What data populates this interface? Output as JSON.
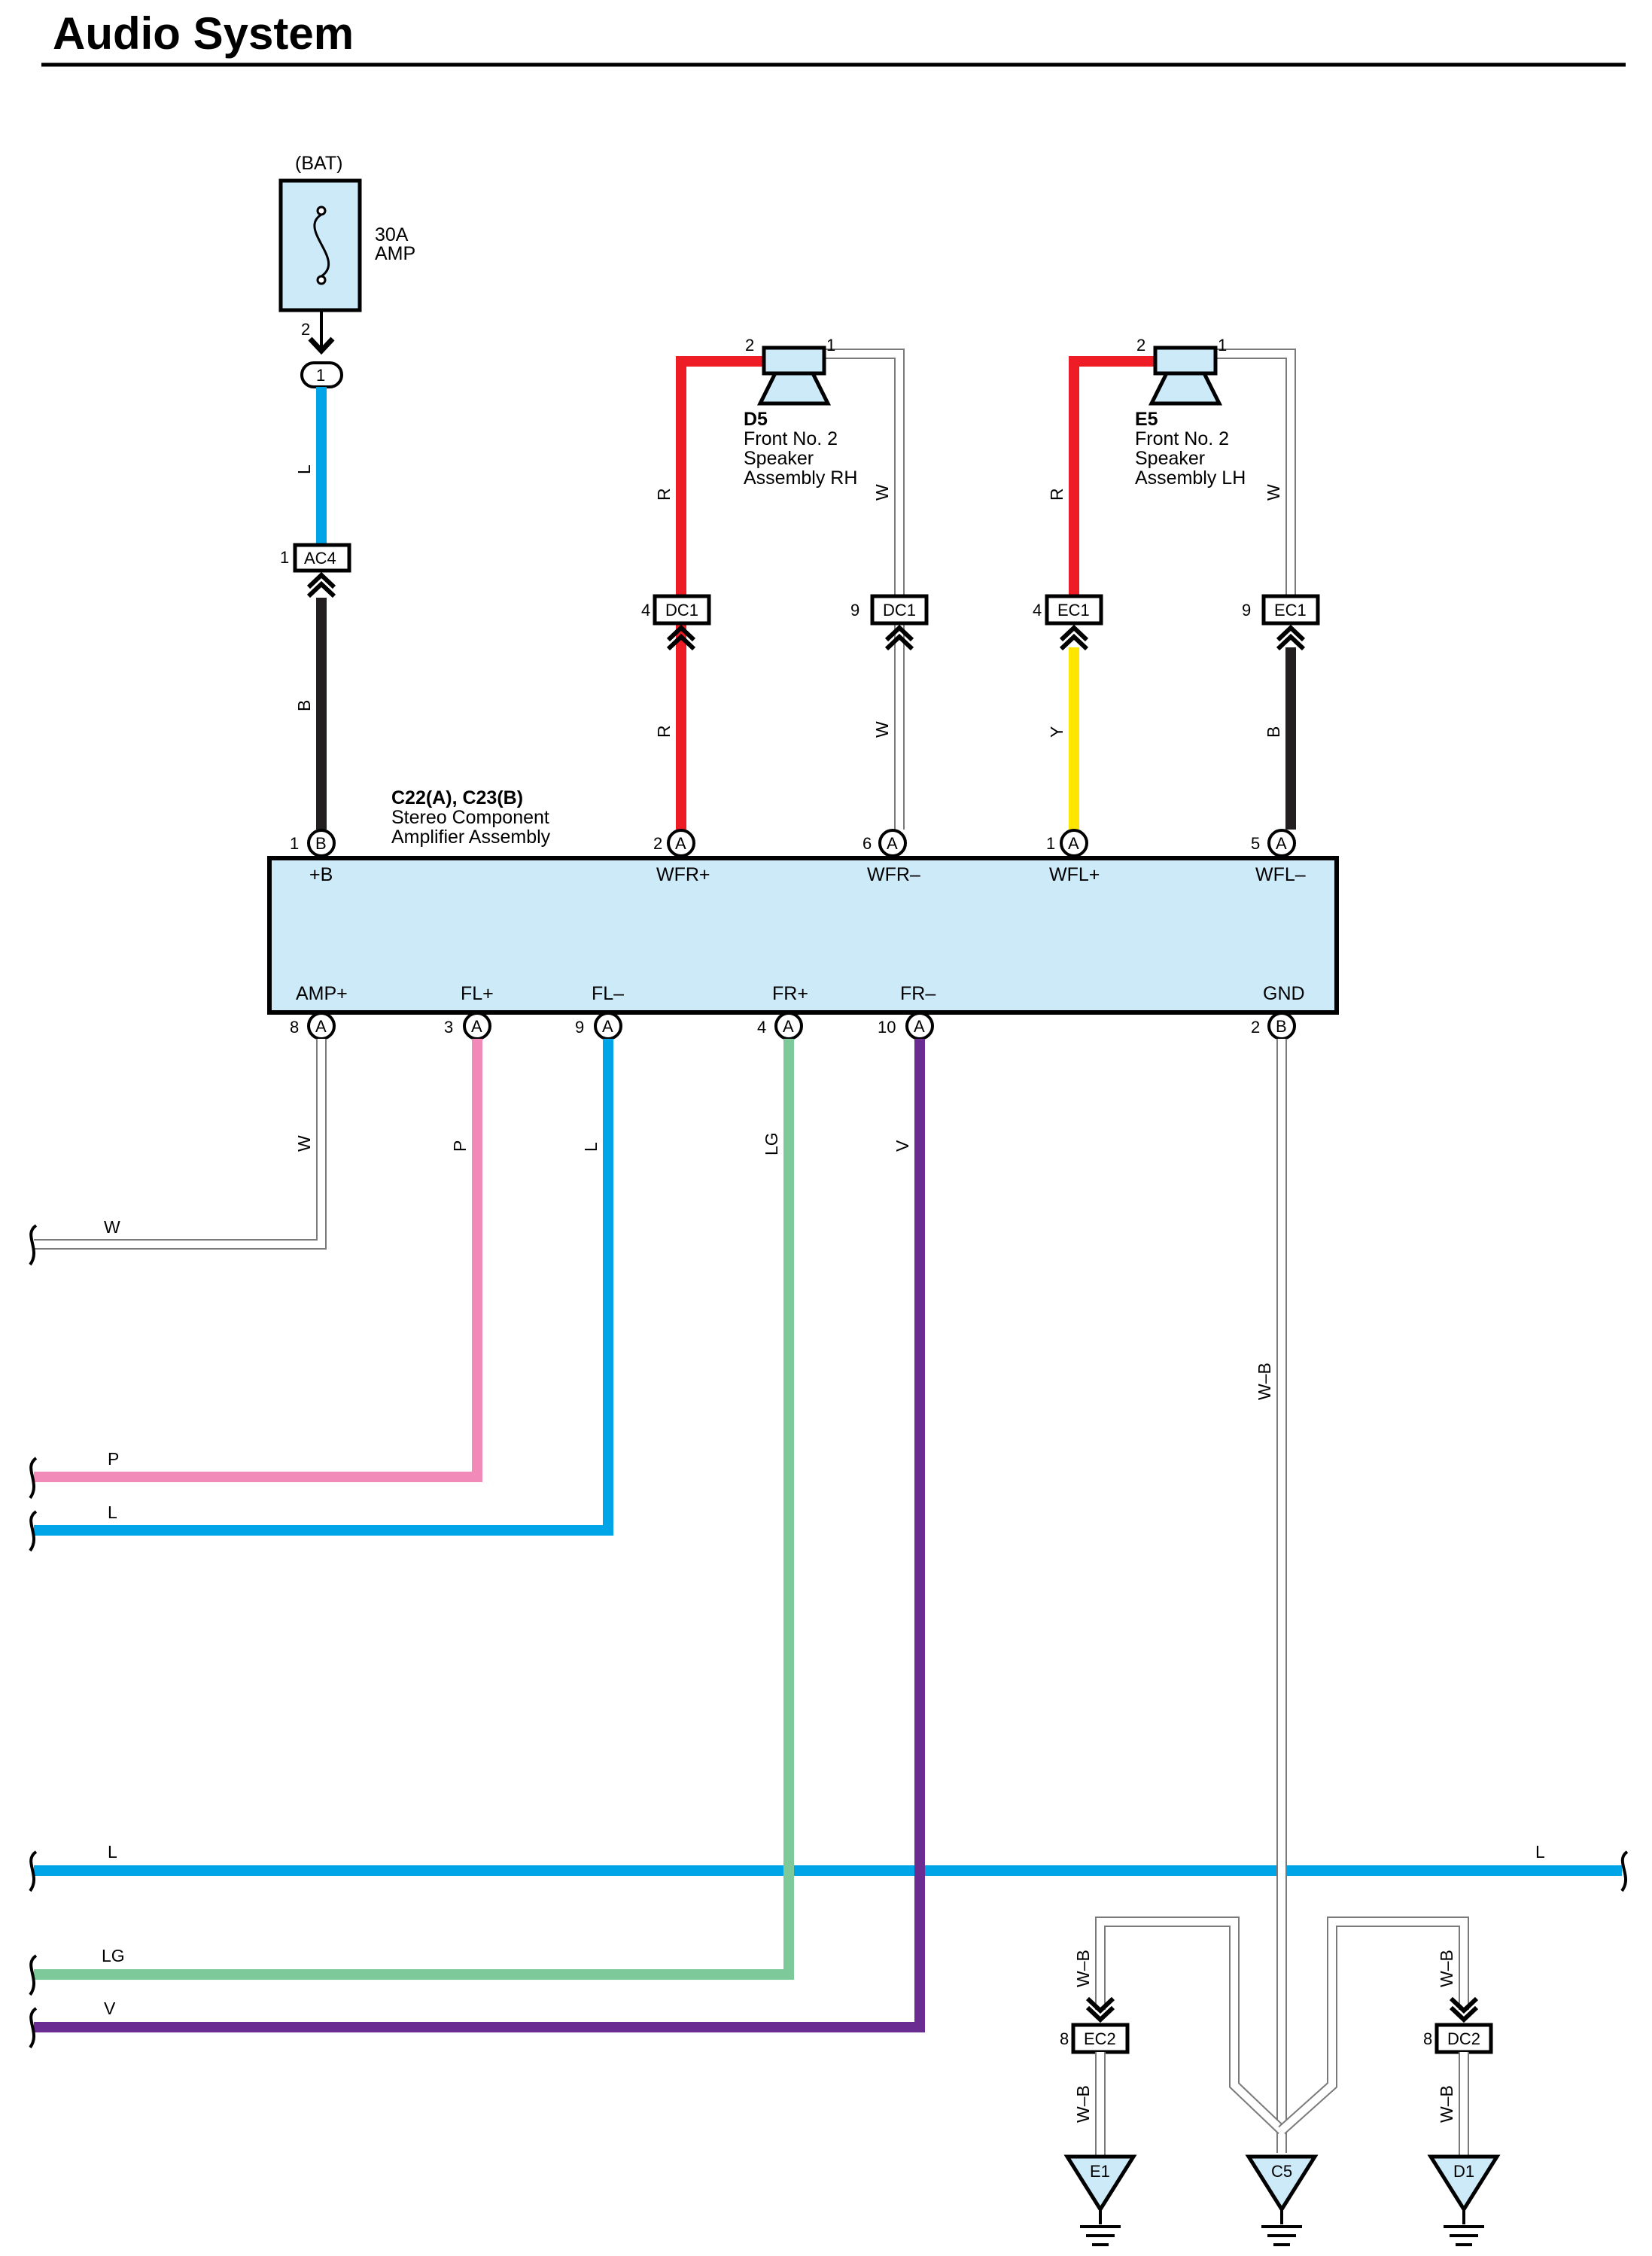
{
  "title": "Audio System",
  "colors": {
    "B": "#231f20",
    "L": "#00a5e8",
    "R": "#ee1c25",
    "W": "#ffffff",
    "Y": "#ffe600",
    "P": "#f28ab9",
    "LG": "#7ec99a",
    "V": "#6a2c91",
    "WB": "#ffffff",
    "component_fill": "#cdeaf9"
  },
  "fuse": {
    "source": "(BAT)",
    "rating": "30A",
    "name": "AMP",
    "pin": "2",
    "junction": "1"
  },
  "amplifier": {
    "ids": "C22(A), C23(B)",
    "name_line1": "Stereo Component",
    "name_line2": "Amplifier Assembly",
    "top_pins": [
      {
        "terminal": "+B",
        "pin": "1",
        "conn": "B",
        "wire": "B"
      },
      {
        "terminal": "WFR+",
        "pin": "2",
        "conn": "A",
        "wire": "R"
      },
      {
        "terminal": "WFR–",
        "pin": "6",
        "conn": "A",
        "wire": "W"
      },
      {
        "terminal": "WFL+",
        "pin": "1",
        "conn": "A",
        "wire": "Y"
      },
      {
        "terminal": "WFL–",
        "pin": "5",
        "conn": "A",
        "wire": "B"
      }
    ],
    "bottom_pins": [
      {
        "terminal": "AMP+",
        "pin": "8",
        "conn": "A",
        "wire": "W"
      },
      {
        "terminal": "FL+",
        "pin": "3",
        "conn": "A",
        "wire": "P"
      },
      {
        "terminal": "FL–",
        "pin": "9",
        "conn": "A",
        "wire": "L"
      },
      {
        "terminal": "FR+",
        "pin": "4",
        "conn": "A",
        "wire": "LG"
      },
      {
        "terminal": "FR–",
        "pin": "10",
        "conn": "A",
        "wire": "V"
      },
      {
        "terminal": "GND",
        "pin": "2",
        "conn": "B",
        "wire": "W–B"
      }
    ]
  },
  "speakers": [
    {
      "id": "D5",
      "line1": "Front No.  2",
      "line2": "Speaker",
      "line3": "Assembly RH",
      "pin_left": "2",
      "pin_right": "1"
    },
    {
      "id": "E5",
      "line1": "Front No.  2",
      "line2": "Speaker",
      "line3": "Assembly LH",
      "pin_left": "2",
      "pin_right": "1"
    }
  ],
  "connectors": [
    {
      "name": "AC4",
      "pin": "1"
    },
    {
      "name": "DC1",
      "pin": "4"
    },
    {
      "name": "DC1",
      "pin": "9"
    },
    {
      "name": "EC1",
      "pin": "4"
    },
    {
      "name": "EC1",
      "pin": "9"
    },
    {
      "name": "EC2",
      "pin": "8"
    },
    {
      "name": "DC2",
      "pin": "8"
    }
  ],
  "wire_labels": {
    "fuse_out": "L",
    "batt": "B",
    "wfr_plus_upper": "R",
    "wfr_plus_lower": "R",
    "wfr_minus_upper": "W",
    "wfr_minus_lower": "W",
    "wfl_plus_upper": "R",
    "wfl_plus_lower": "Y",
    "wfl_minus_upper": "W",
    "wfl_minus_lower": "B",
    "amp_down": "W",
    "fl_plus_down": "P",
    "fl_minus_down": "L",
    "fr_plus_down": "LG",
    "fr_minus_down": "V",
    "gnd_down": "W–B",
    "amp_h": "W",
    "p_h": "P",
    "l_h1": "L",
    "l_h2_left": "L",
    "l_h2_right": "L",
    "lg_h": "LG",
    "v_h": "V",
    "ec2_in": "W–B",
    "ec2_out": "W–B",
    "dc2_in": "W–B",
    "dc2_out": "W–B"
  },
  "grounds": [
    "E1",
    "C5",
    "D1"
  ]
}
